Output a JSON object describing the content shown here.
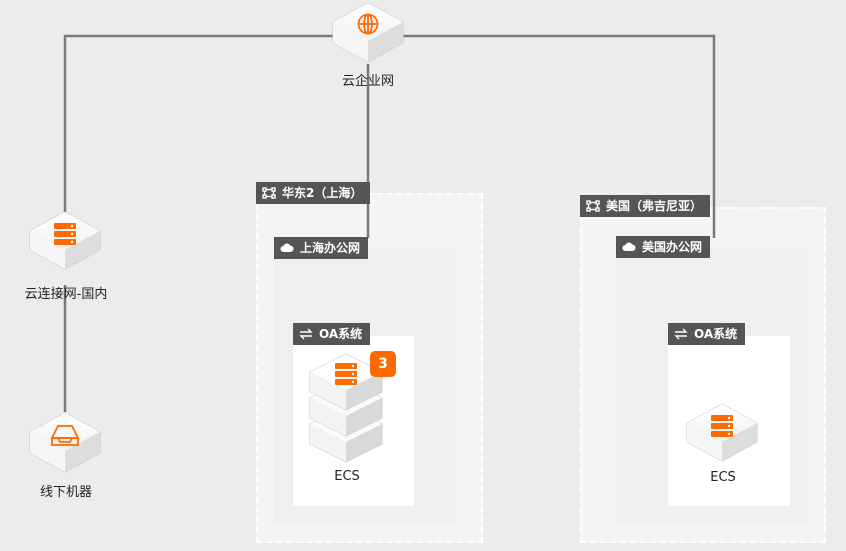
{
  "nodes": {
    "cen": {
      "label": "云企业网"
    },
    "ccn": {
      "label": "云连接网-国内"
    },
    "offline": {
      "label": "线下机器"
    },
    "ecs_shanghai": {
      "label": "ECS",
      "count": "3"
    },
    "ecs_us": {
      "label": "ECS"
    }
  },
  "regions": {
    "east": {
      "label": "华东2（上海）"
    },
    "us": {
      "label": "美国（弗吉尼亚）"
    }
  },
  "networks": {
    "shanghai_office": {
      "label": "上海办公网"
    },
    "us_office": {
      "label": "美国办公网"
    }
  },
  "vswitches": {
    "shanghai_oa": {
      "label": "OA系统"
    },
    "us_oa": {
      "label": "OA系统"
    }
  },
  "colors": {
    "accent": "#ff6a00",
    "line": "#7a7a7a",
    "tag_bg": "#555555"
  },
  "icons": [
    "globe-icon",
    "server-icon",
    "cloud-icon",
    "region-icon",
    "exchange-icon",
    "box-icon"
  ]
}
